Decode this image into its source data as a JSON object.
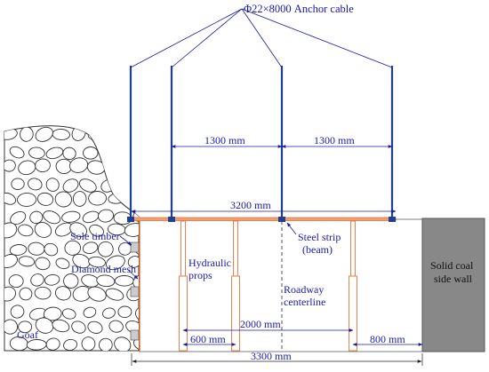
{
  "labels": {
    "anchor_cable": "Φ22×8000 Anchor cable",
    "spacing_left": "1300 mm",
    "spacing_right": "1300 mm",
    "beam_length": "3200 mm",
    "sole_timber": "Sole timber",
    "diamond_mesh": "Diamond mesh",
    "hydraulic_props_line1": "Hydraulic",
    "hydraulic_props_line2": "props",
    "steel_strip_line1": "Steel strip",
    "steel_strip_line2": "(beam)",
    "roadway_line1": "Roadway",
    "roadway_line2": "centerline",
    "solid_coal_line1": "Solid coal",
    "solid_coal_line2": "side wall",
    "goaf": "Goaf",
    "dim_2000": "2000 mm",
    "dim_600": "600 mm",
    "dim_800": "800 mm",
    "dim_3300": "3300 mm"
  },
  "colors": {
    "label_blue": "#1a1aa8",
    "dimension_blue": "#1a1aa8",
    "cable_blue": "#1f3f8f",
    "prop_orange": "#e8743b",
    "coal_wall_gray": "#888888",
    "goaf_fill": "#ffffff",
    "rock_stroke": "#333333"
  }
}
